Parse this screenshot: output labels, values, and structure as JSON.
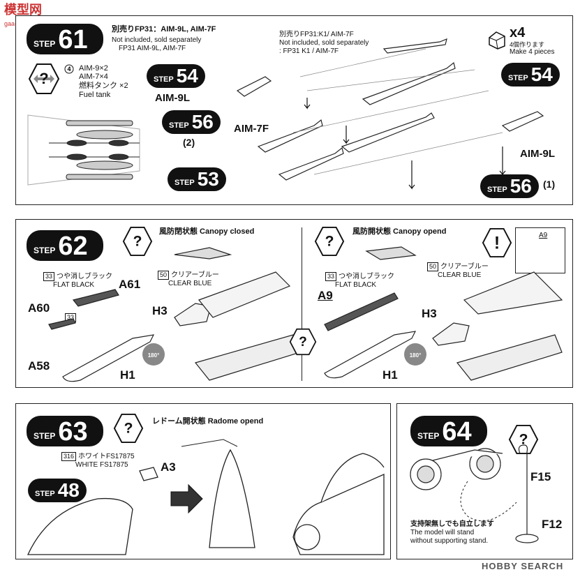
{
  "watermark_top": "模型网",
  "watermark_url": "gaa-shou.com",
  "footer_brand": "HOBBY SEARCH",
  "step_word": "STEP",
  "step61": {
    "number": "61",
    "note_jp": "別売りFP31：AIM-9L, AIM-7F",
    "note_en1": "Not included, sold separately",
    "note_en2": "FP31 AIM-9L, AIM-7F",
    "count_badge": "4",
    "parts_list": [
      "AIM-9×2",
      "AIM-7×4",
      "燃料タンク ×2",
      "Fuel tank"
    ],
    "ref_54_a": "54",
    "ref_56_a": "56",
    "ref_56_a_note": "(2)",
    "ref_53": "53",
    "ref_54_b": "54",
    "ref_56_b": "56",
    "ref_56_b_note": "(1)",
    "label_aim9l_a": "AIM-9L",
    "label_aim7f": "AIM-7F",
    "label_aim9l_b": "AIM-9L",
    "sep_note_jp": "別売りFP31:K1/ AIM-7F",
    "sep_note_en1": "Not included, sold separately",
    "sep_note_en2": ": FP31 K1 / AIM-7F",
    "multiplier": "x4",
    "multiplier_jp": "4個作ります",
    "multiplier_en": "Make 4 pieces"
  },
  "step62": {
    "number": "62",
    "closed_title": "風防閉状態 Canopy closed",
    "open_title": "風防開状態 Canopy opend",
    "color33_num": "33",
    "color33_jp": "つや消しブラック",
    "color33_en": "FLAT BLACK",
    "color50_num": "50",
    "color50_jp": "クリアーブルー",
    "color50_en": "CLEAR BLUE",
    "parts_closed": [
      "A61",
      "A60",
      "A58",
      "H3",
      "H1"
    ],
    "parts_open": [
      "A9",
      "H3",
      "H1"
    ],
    "detail_part": "A9",
    "rotate": "180°",
    "small_33": "33"
  },
  "step63": {
    "number": "63",
    "title": "レドーム開状態 Radome opend",
    "color_num": "316",
    "color_jp": "ホワイトFS17875",
    "color_en": "WHITE FS17875",
    "part": "A3",
    "ref": "48"
  },
  "step64": {
    "number": "64",
    "parts": [
      "F15",
      "F12"
    ],
    "note_jp": "支持架無しでも自立します",
    "note_en1": "The model will stand",
    "note_en2": "without supporting stand."
  }
}
